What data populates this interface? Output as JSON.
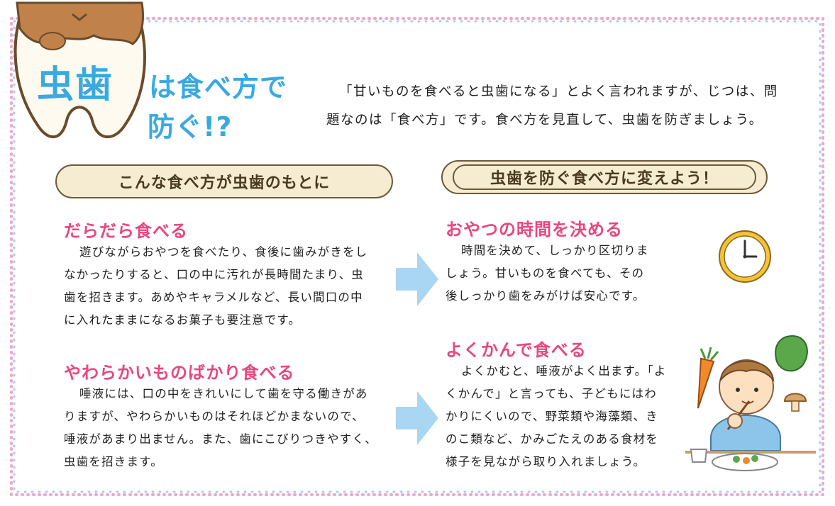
{
  "title": {
    "main": "虫歯",
    "sub_line1": "は食べ方で",
    "sub_line2": "防ぐ!?"
  },
  "intro": {
    "line1": "「甘いものを食べると虫歯になる」とよく言われますが、じつは、問",
    "line2": "題なのは「食べ方」です。食べ方を見直して、虫歯を防ぎましょう。"
  },
  "left_column": {
    "pill": "こんな食べ方が虫歯のもとに",
    "sections": [
      {
        "heading": "だらだら食べる",
        "lines": [
          "遊びながらおやつを食べたり、食後に歯みがきをし",
          "なかったりすると、口の中に汚れが長時間たまり、虫",
          "歯を招きます。あめやキャラメルなど、長い間口の中",
          "に入れたままになるお菓子も要注意です。"
        ]
      },
      {
        "heading": "やわらかいものばかり食べる",
        "lines": [
          "唾液には、口の中をきれいにして歯を守る働きがあ",
          "りますが、やわらかいものはそれほどかまないので、",
          "唾液があまり出ません。また、歯にこびりつきやすく、",
          "虫歯を招きます。"
        ]
      }
    ]
  },
  "right_column": {
    "pill": "虫歯を防ぐ食べ方に変えよう！",
    "sections": [
      {
        "heading": "おやつの時間を決める",
        "lines": [
          "時間を決めて、しっかり区切りま",
          "しょう。甘いものを食べても、その",
          "後しっかり歯をみがけば安心です。"
        ]
      },
      {
        "heading": "よくかんで食べる",
        "lines": [
          "よくかむと、唾液がよく出ます。「よ",
          "くかんで」と言っても、子どもにはわ",
          "かりにくいので、野菜類や海藻類、き",
          "のこ類など、かみごたえのある食材を",
          "様子を見ながら取り入れましょう。"
        ]
      }
    ]
  },
  "colors": {
    "title_blue": "#3aa9e0",
    "heading_pink": "#e8477f",
    "pill_fill": "#f6ecd2",
    "pill_border": "#6b5a3a",
    "arrow_blue": "#a9d6f2"
  },
  "icons": [
    "tooth-icon",
    "arrow-right-icon",
    "clock-icon",
    "child-eating-illustration"
  ]
}
